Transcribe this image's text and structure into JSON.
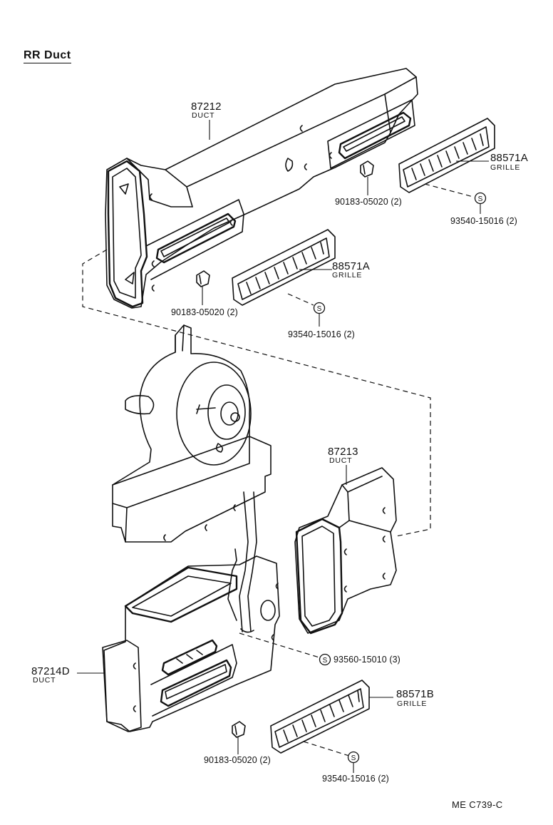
{
  "title": "RR  Duct",
  "footer_code": "ME  C739-C",
  "callouts": {
    "duct_upper": {
      "part": "87212",
      "name": "DUCT"
    },
    "grille_a_1": {
      "part": "88571A",
      "name": "GRILLE"
    },
    "grille_a_2": {
      "part": "88571A",
      "name": "GRILLE"
    },
    "duct_side": {
      "part": "87213",
      "name": "DUCT"
    },
    "duct_lower": {
      "part": "87214D",
      "name": "DUCT"
    },
    "grille_b": {
      "part": "88571B",
      "name": "GRILLE"
    },
    "clip_1": {
      "part_qty": "90183-05020 (2)"
    },
    "clip_2": {
      "part_qty": "90183-05020 (2)"
    },
    "clip_3": {
      "part_qty": "90183-05020 (2)"
    },
    "screw_1": {
      "part_qty": "93540-15016 (2)"
    },
    "screw_2": {
      "part_qty": "93540-15016 (2)"
    },
    "screw_3": {
      "part_qty": "93560-15010 (3)"
    },
    "screw_4": {
      "part_qty": "93540-15016 (2)"
    }
  },
  "screw_symbol": "S",
  "colors": {
    "ink": "#111111",
    "paper": "#ffffff"
  }
}
